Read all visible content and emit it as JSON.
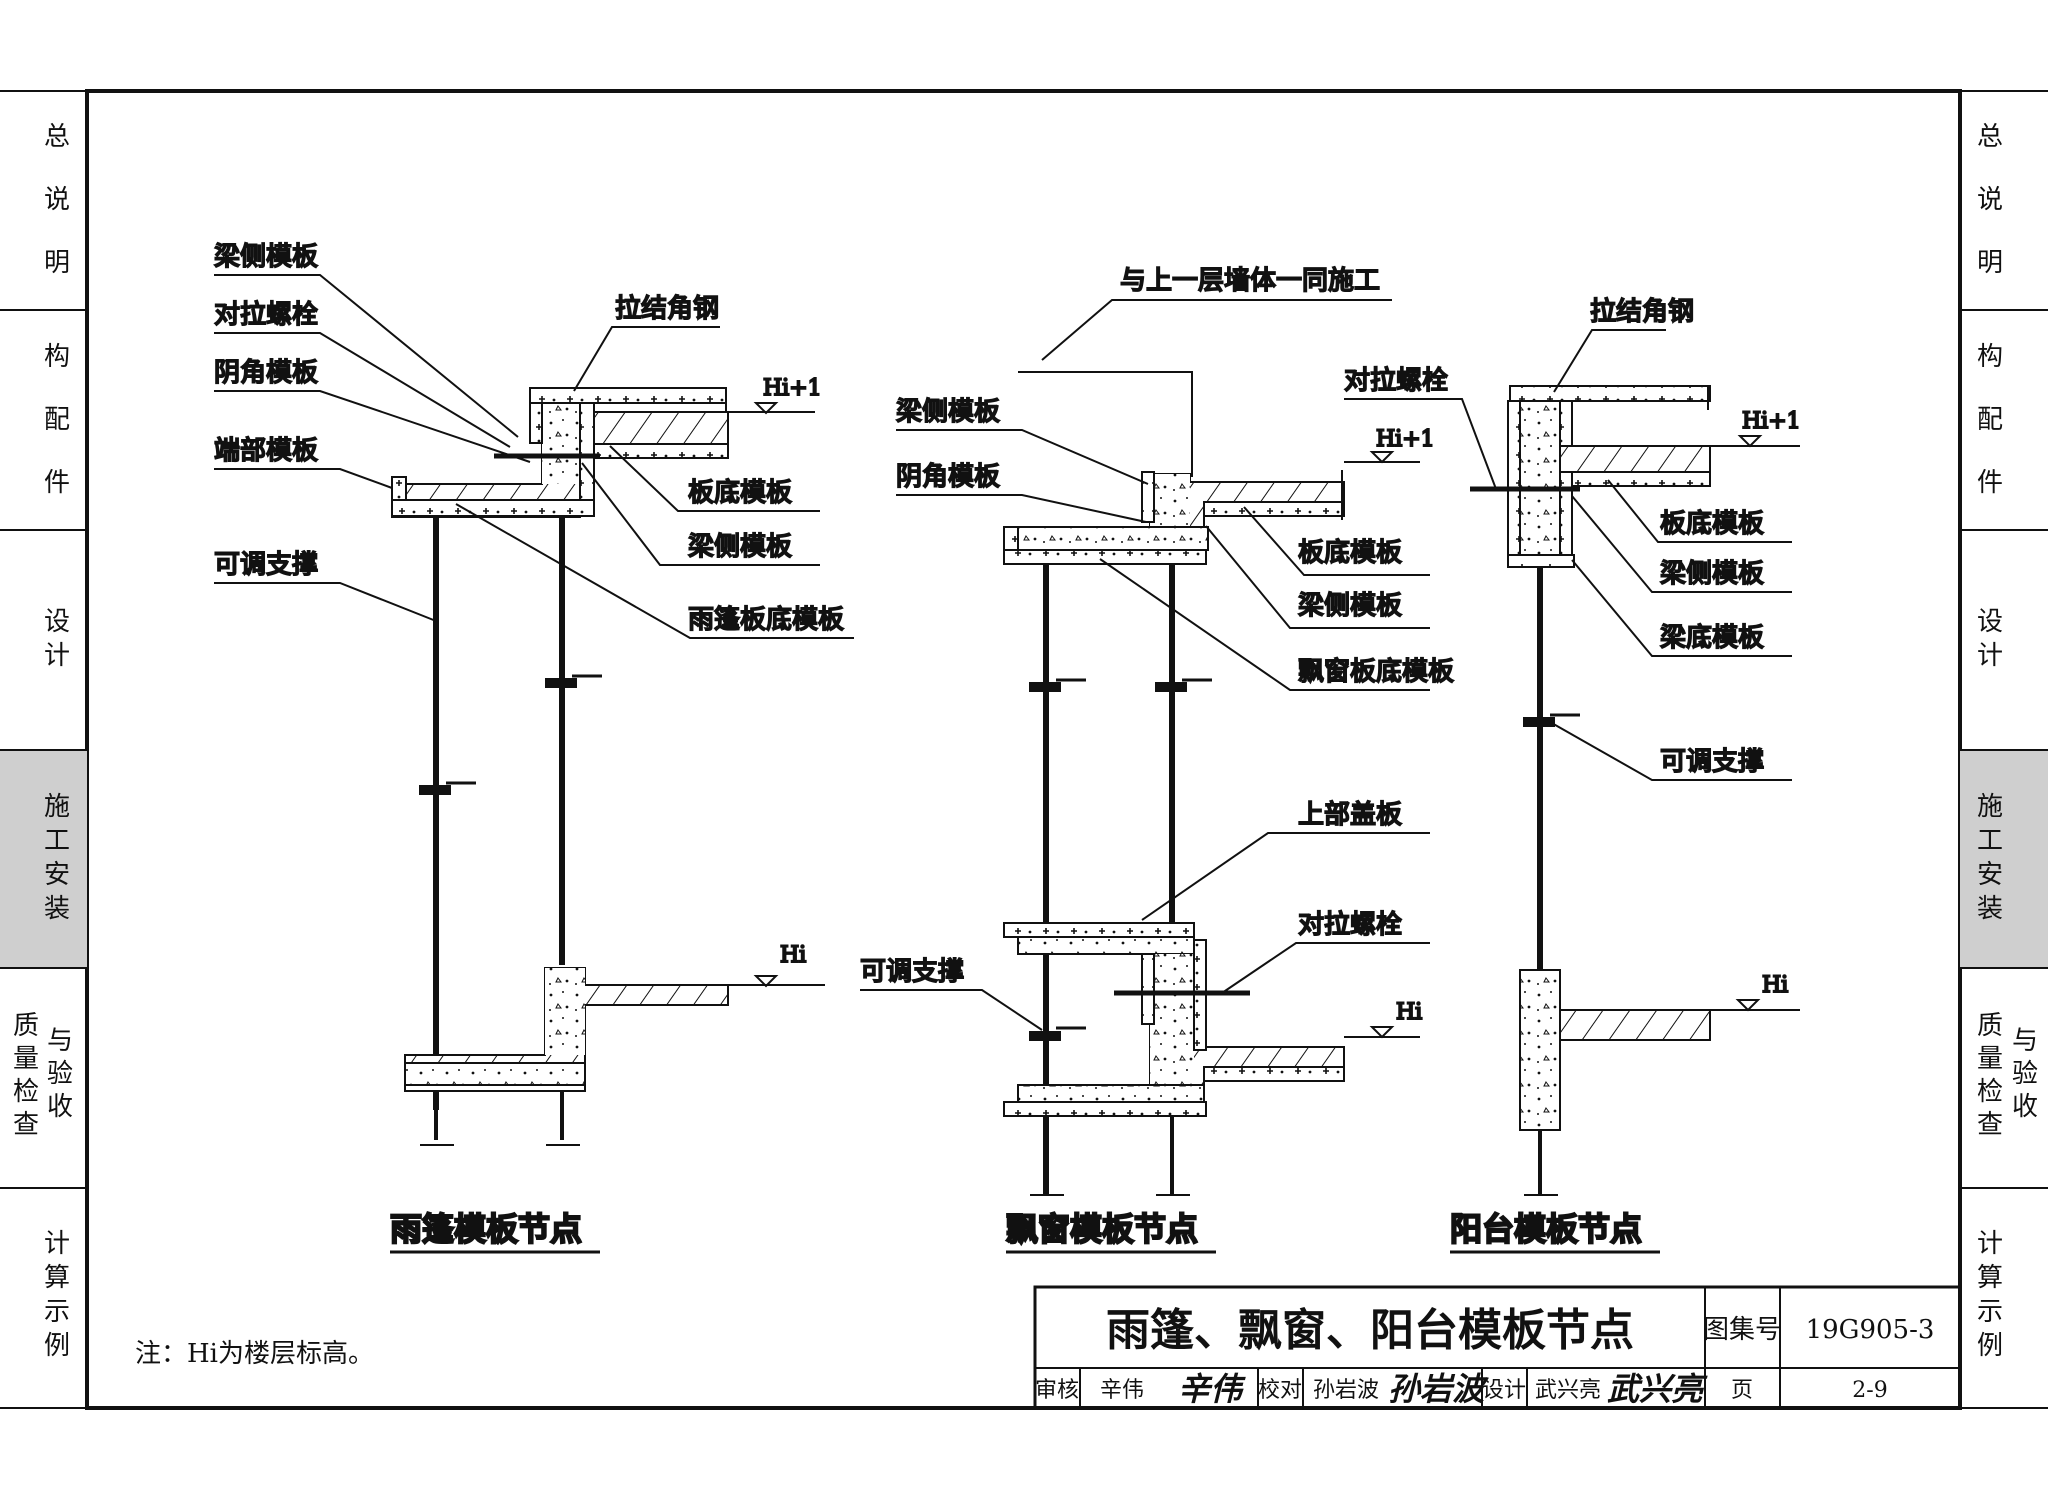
{
  "side_tabs": [
    {
      "lines": [
        "总",
        "说",
        "明"
      ]
    },
    {
      "lines": [
        "构",
        "配",
        "件"
      ]
    },
    {
      "lines": [
        "设",
        "计"
      ]
    },
    {
      "lines": [
        "施",
        "工",
        "安",
        "装"
      ],
      "active": true
    },
    {
      "col1": [
        "质",
        "量",
        "检",
        "查"
      ],
      "col2": [
        "与",
        "验",
        "收"
      ]
    },
    {
      "lines": [
        "计",
        "算",
        "示",
        "例"
      ]
    }
  ],
  "colors": {
    "line": "#111111",
    "active_tab": "#cfcfcf"
  },
  "detail1": {
    "title": "雨篷模板节点",
    "labels": {
      "liang_ce_1": "梁侧模板",
      "dui_la": "对拉螺栓",
      "yin_jiao": "阴角模板",
      "duan_bu": "端部模板",
      "ke_tiao": "可调支撑",
      "la_jie": "拉结角钢",
      "ban_di": "板底模板",
      "liang_ce_2": "梁侧模板",
      "yu_peng_di": "雨篷板底模板"
    },
    "elev_top": "Hi+1",
    "elev_bot": "Hi"
  },
  "detail2": {
    "title": "飘窗模板节点",
    "labels": {
      "top_note": "与上一层墙体一同施工",
      "liang_ce_1": "梁侧模板",
      "yin_jiao": "阴角模板",
      "ban_di": "板底模板",
      "liang_ce_2": "梁侧模板",
      "piao_chuang_di": "飘窗板底模板",
      "shang_bu": "上部盖板",
      "dui_la": "对拉螺栓",
      "ke_tiao": "可调支撑"
    },
    "elev_top": "Hi+1",
    "elev_bot": "Hi"
  },
  "detail3": {
    "title": "阳台模板节点",
    "labels": {
      "la_jie": "拉结角钢",
      "dui_la": "对拉螺栓",
      "ban_di": "板底模板",
      "liang_ce": "梁侧模板",
      "liang_di": "梁底模板",
      "ke_tiao": "可调支撑"
    },
    "elev_top": "Hi+1",
    "elev_bot": "Hi"
  },
  "note": "注：Hi为楼层标高。",
  "title_block": {
    "main_title": "雨篷、飘窗、阳台模板节点",
    "atlas_label": "图集号",
    "atlas_no": "19G905-3",
    "review_label": "审核",
    "reviewer": "辛伟",
    "check_label": "校对",
    "checker": "孙岩波",
    "design_label": "设计",
    "designer": "武兴亮",
    "page_label": "页",
    "page_no": "2-9"
  }
}
